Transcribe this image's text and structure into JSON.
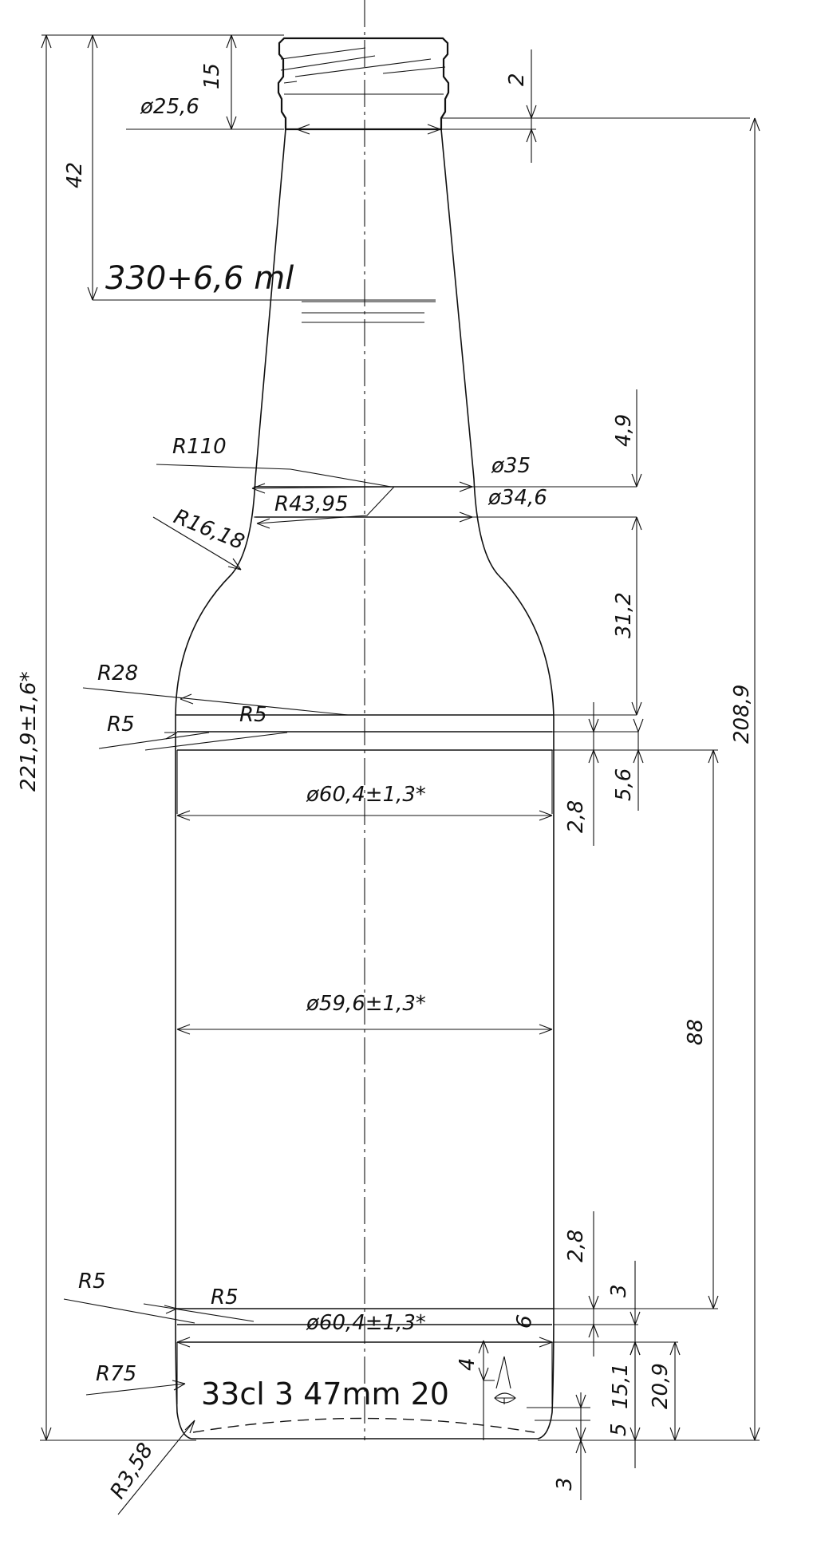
{
  "dimensions": {
    "neck_diameter": "ø25,6",
    "finish_height": "15",
    "finish_offset": "2",
    "fill_level_depth": "42",
    "capacity": "330+6,6 ml",
    "radius_r110": "R110",
    "radius_r43_95": "R43,95",
    "radius_r16_18": "R16,18",
    "diameter_35": "ø35",
    "diameter_34_6": "ø34,6",
    "length_4_9": "4,9",
    "length_31_2": "31,2",
    "radius_r28": "R28",
    "radius_r5_a": "R5",
    "radius_r5_b": "R5",
    "overall_height": "221,9±1,6*",
    "height_208_9": "208,9",
    "shoulder_diameter": "ø60,4±1,3*",
    "length_2_8_a": "2,8",
    "length_5_6": "5,6",
    "body_diameter": "ø59,6±1,3*",
    "body_length": "88",
    "length_2_8_b": "2,8",
    "length_3_a": "3",
    "radius_r5_c": "R5",
    "radius_r5_d": "R5",
    "heel_diameter": "ø60,4±1,3*",
    "length_6": "6",
    "length_4": "4",
    "radius_r75": "R75",
    "length_15_1": "15,1",
    "length_20_9": "20,9",
    "length_5": "5",
    "radius_r3_58": "R3,58",
    "length_3_b": "3"
  },
  "embossing": {
    "text": "33cl  3  47mm  20"
  }
}
